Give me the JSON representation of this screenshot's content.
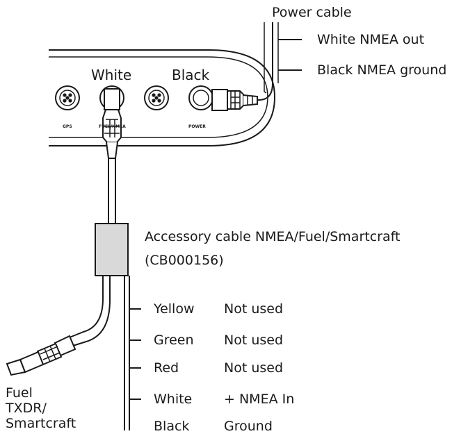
{
  "power_cable": {
    "title": "Power cable",
    "wires": [
      {
        "label": "White NMEA out"
      },
      {
        "label": "Black NMEA ground"
      }
    ]
  },
  "unit": {
    "connector_labels": {
      "white": "White",
      "black": "Black"
    },
    "port_labels": [
      "GPS",
      "FUEL/NMEA",
      "",
      "POWER"
    ]
  },
  "accessory_cable": {
    "title": "Accessory cable NMEA/Fuel/Smartcraft",
    "part_number": "(CB000156)",
    "wires": [
      {
        "color": "Yellow",
        "use": "Not used"
      },
      {
        "color": "Green",
        "use": "Not used"
      },
      {
        "color": "Red",
        "use": "Not used"
      },
      {
        "color": "White",
        "use": "+ NMEA In"
      },
      {
        "color": "Black",
        "use": "Ground"
      }
    ]
  },
  "fuel_connector": {
    "lines": [
      "Fuel",
      "TXDR/",
      "Smartcraft"
    ]
  },
  "colors": {
    "line": "#1a1a1a",
    "splitter": "#d9d9d9"
  }
}
